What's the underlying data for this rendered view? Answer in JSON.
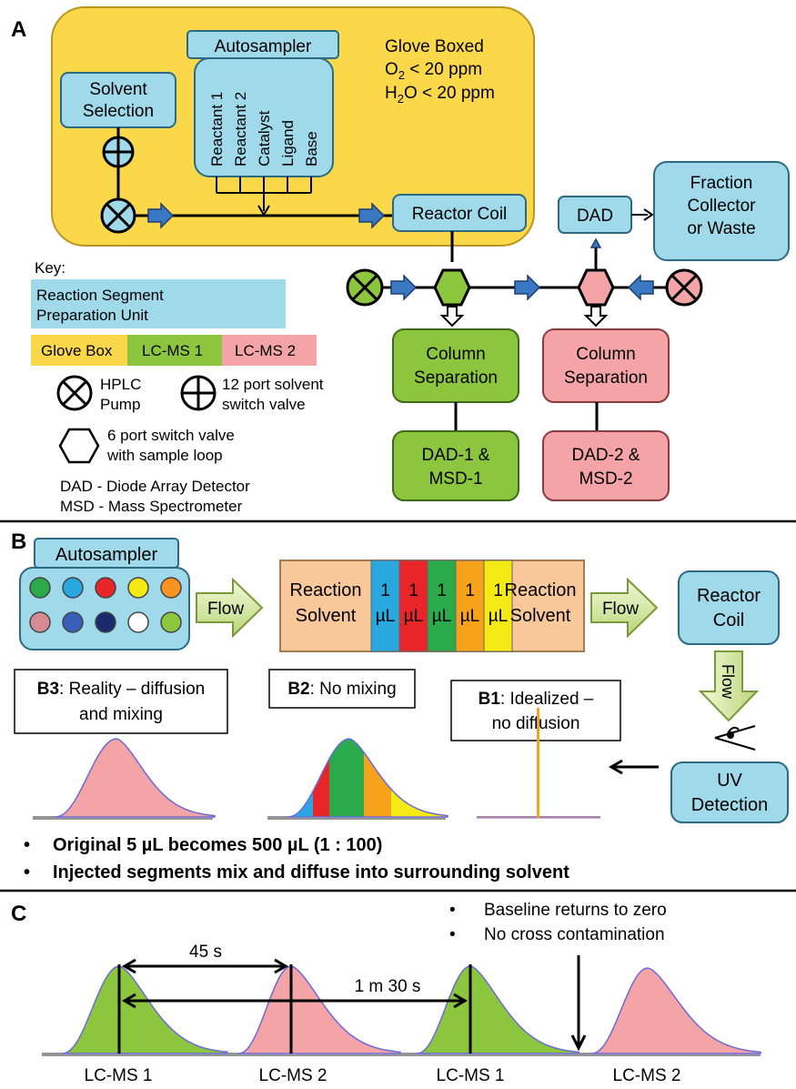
{
  "panels": {
    "a": "A",
    "b": "B",
    "c": "C"
  },
  "panel_a": {
    "autosampler": "Autosampler",
    "reagents": [
      "Reactant 1",
      "Reactant 2",
      "Catalyst",
      "Ligand",
      "Base"
    ],
    "solvent_selection": [
      "Solvent",
      "Selection"
    ],
    "glovebox_title": "Glove Boxed",
    "o2": {
      "chem": "O",
      "sub": "2",
      "rest": " < 20 ppm"
    },
    "h2o": {
      "chem": "H",
      "sub": "2",
      "rest": "O < 20 ppm"
    },
    "reactor_coil": "Reactor Coil",
    "dad": "DAD",
    "fraction": [
      "Fraction",
      "Collector",
      "or Waste"
    ],
    "column1": [
      "Column",
      "Separation"
    ],
    "column2": [
      "Column",
      "Separation"
    ],
    "det1": [
      "DAD-1 &",
      "MSD-1"
    ],
    "det2": [
      "DAD-2 &",
      "MSD-2"
    ],
    "key": {
      "title": "Key:",
      "rspu": [
        "Reaction Segment",
        "Preparation Unit"
      ],
      "glovebox": "Glove Box",
      "lcms1": "LC-MS 1",
      "lcms2": "LC-MS 2",
      "hplc": [
        "HPLC",
        "Pump"
      ],
      "port12": [
        "12 port solvent",
        "switch valve"
      ],
      "port6": [
        "6 port switch valve",
        "with sample loop"
      ],
      "dad_def": "DAD - Diode Array Detector",
      "msd_def": "MSD - Mass Spectrometer"
    }
  },
  "panel_b": {
    "autosampler": "Autosampler",
    "flow": "Flow",
    "reaction_solvent": [
      "Reaction",
      "Solvent"
    ],
    "segments": [
      {
        "top": "1",
        "bottom": "µL",
        "color": "#29a8e0"
      },
      {
        "top": "1",
        "bottom": "µL",
        "color": "#e8262a"
      },
      {
        "top": "1",
        "bottom": "µL",
        "color": "#2aaa4a"
      },
      {
        "top": "1",
        "bottom": "µL",
        "color": "#f7a21b"
      },
      {
        "top": "1",
        "bottom": "µL",
        "color": "#f5ea14"
      }
    ],
    "reactor_coil": [
      "Reactor",
      "Coil"
    ],
    "uv": [
      "UV",
      "Detection"
    ],
    "b3": {
      "tag": "B3",
      "text1": ": Reality – diffusion",
      "text2": "and mixing"
    },
    "b2": {
      "tag": "B2",
      "text": ": No mixing"
    },
    "b1": {
      "tag": "B1",
      "text1": ": Idealized –",
      "text2": "no diffusion"
    },
    "bullets": [
      "Original 5 µL becomes 500 µL (1 : 100)",
      "Injected segments mix and diffuse into surrounding solvent"
    ],
    "wells": [
      "#2aaa4a",
      "#29a8e0",
      "#e8262a",
      "#f5ea14",
      "#f7931e",
      "#d98b94",
      "#3a5fb8",
      "#1b2a6b",
      "#ffffff",
      "#8cc63e"
    ]
  },
  "panel_c": {
    "bullets": [
      "Baseline returns to zero",
      "No cross  contamination"
    ],
    "t45": "45 s",
    "t90": "1 m 30 s",
    "labels": [
      {
        "text": "LC-MS 1",
        "color": "#000000"
      },
      {
        "text": "LC-MS 2",
        "color": "#e8262a"
      },
      {
        "text": "LC-MS 1",
        "color": "#000000"
      },
      {
        "text": "LC-MS 2",
        "color": "#e8262a"
      }
    ]
  },
  "colors": {
    "blue_box": "#9fd9ea",
    "green": "#8cc63e",
    "pink": "#f4a4a6",
    "yellow": "#fbd84a",
    "orange": "#f9c89a"
  }
}
